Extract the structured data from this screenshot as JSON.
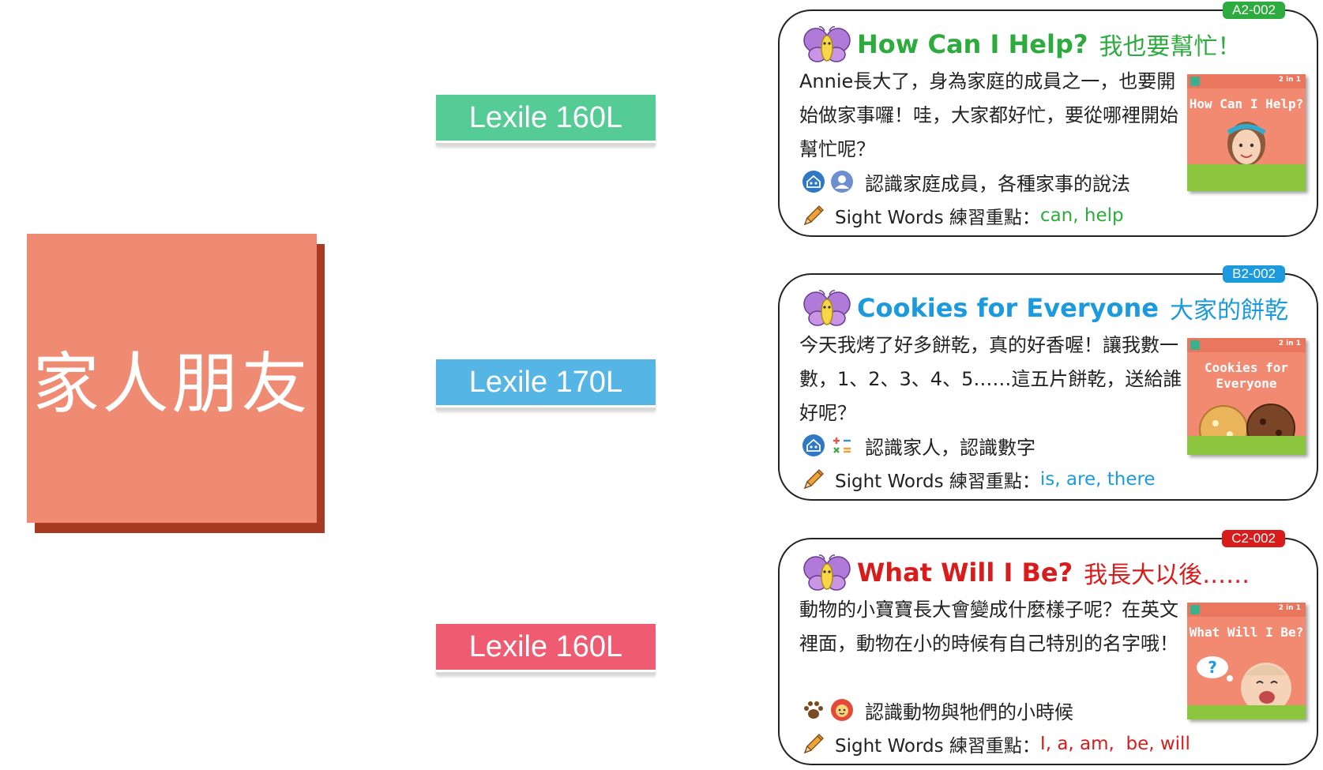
{
  "theme": {
    "title": "家人朋友",
    "color": "#ee8b72",
    "shadow_color": "#a93a22"
  },
  "levels": [
    {
      "label": "Lexile 160L",
      "color": "#55cc96"
    },
    {
      "label": "Lexile 170L",
      "color": "#55b6e6"
    },
    {
      "label": "Lexile 160L",
      "color": "#ef5c72"
    }
  ],
  "books": [
    {
      "code": "A2-002",
      "title_en": "How Can I Help?",
      "title_zh": "我也要幫忙！",
      "accent": "#2eab3e",
      "description": "Annie長大了，身為家庭的成員之一，也要開始做家事囉！哇，大家都好忙，要從哪裡開始幫忙呢？",
      "topic_icons": [
        "family-home-icon",
        "person-icon"
      ],
      "topic": "認識家庭成員，各種家事的說法",
      "sight_label": "Sight Words 練習重點：",
      "sight_words": "can, help",
      "cover_title": "How Can I Help?",
      "cover_badge": "2 in 1"
    },
    {
      "code": "B2-002",
      "title_en": "Cookies for Everyone",
      "title_zh": "大家的餅乾",
      "accent": "#1b9ade",
      "description": "今天我烤了好多餅乾，真的好香喔！讓我數一數，1、2、3、4、5……這五片餅乾，送給誰好呢？",
      "topic_icons": [
        "family-home-icon",
        "math-symbols-icon"
      ],
      "topic": "認識家人，認識數字",
      "sight_label": "Sight Words 練習重點：",
      "sight_words": "is, are, there",
      "cover_title": "Cookies for Everyone",
      "cover_badge": "2 in 1"
    },
    {
      "code": "C2-002",
      "title_en": "What Will I Be?",
      "title_zh": "我長大以後……",
      "accent": "#d81c1c",
      "description": "動物的小寶寶長大會變成什麼樣子呢？在英文裡面，動物在小的時候有自己特別的名字哦！",
      "topic_icons": [
        "paw-print-icon",
        "baby-bottle-icon"
      ],
      "topic": "認識動物與牠們的小時候",
      "sight_label": "Sight Words 練習重點：",
      "sight_words": "I, a, am,  be, will",
      "cover_title": "What Will I Be?",
      "cover_badge": "2 in 1"
    }
  ]
}
